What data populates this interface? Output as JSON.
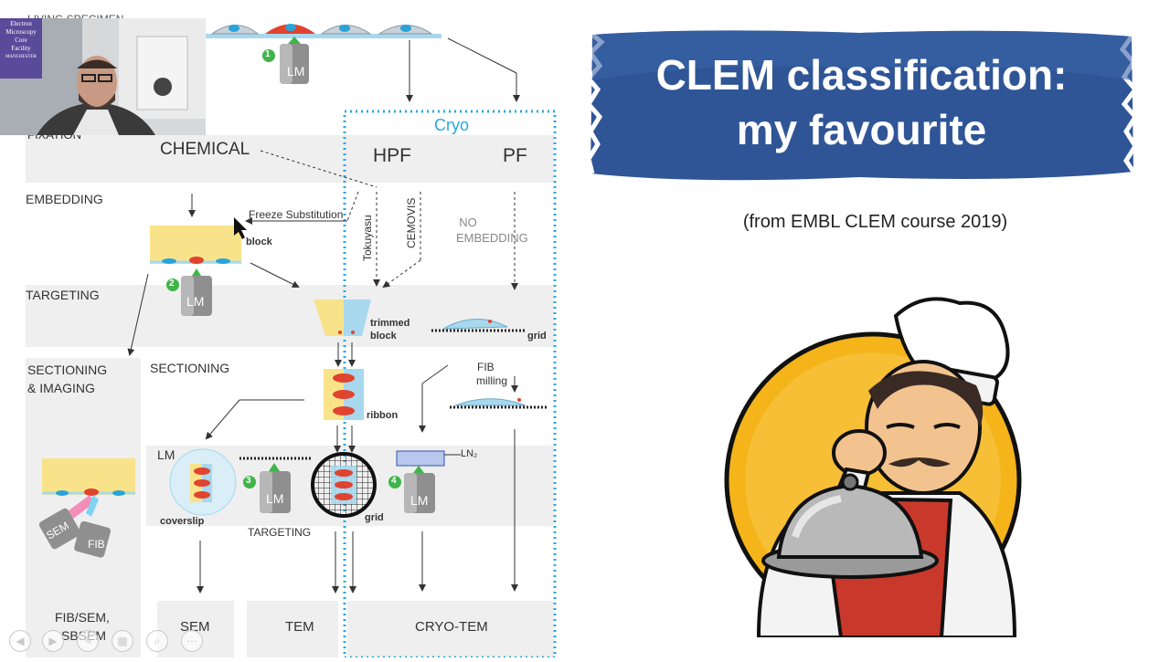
{
  "title_line1": "CLEM classification:",
  "title_line2": "my favourite",
  "subtitle": "(from EMBL CLEM course 2019)",
  "diagram": {
    "living_specimen": "LIVING SPECIMEN",
    "fixation": "FIXATION",
    "chemical": "CHEMICAL",
    "cryo": "Cryo",
    "hpf": "HPF",
    "pf": "PF",
    "embedding": "EMBEDDING",
    "freeze_substitution": "Freeze Substitution",
    "block": "block",
    "tokuyasu": "Tokuyasu",
    "cemovis": "CEMOVIS",
    "no_embedding_1": "NO",
    "no_embedding_2": "EMBEDDING",
    "targeting": "TARGETING",
    "lm": "LM",
    "trimmed_block_1": "trimmed",
    "trimmed_block_2": "block",
    "grid": "grid",
    "sectioning_imaging_1": "SECTIONING",
    "sectioning_imaging_2": "& IMAGING",
    "sectioning": "SECTIONING",
    "fib_milling_1": "FIB",
    "fib_milling_2": "milling",
    "ribbon": "ribbon",
    "coverslip": "coverslip",
    "targeting_small": "TARGETING",
    "ln2": "LN₂",
    "sem_probe": "SEM",
    "fib_probe": "FIB",
    "out_fib_sem_1": "FIB/SEM,",
    "out_fib_sem_2": "SBSEM",
    "out_sem": "SEM",
    "out_tem": "TEM",
    "out_cryo_tem": "CRYO-TEM",
    "step1": "1",
    "step2": "2",
    "step3": "3",
    "step4": "4"
  },
  "webcam_logo": {
    "line1": "Electron",
    "line2": "Microscopy",
    "line3": "Core",
    "line4": "Facility",
    "line5": "MANCHESTER"
  },
  "colors": {
    "banner_blue": "#2f5597",
    "cryo_border": "#29a8e0",
    "step_green": "#3fb549",
    "block_yellow": "#f9e38a",
    "cell_red": "#e0432f",
    "chef_circle": "#f4b41a"
  },
  "icons": [
    "lm-microscope-icon",
    "chef-illustration",
    "cursor-icon"
  ]
}
